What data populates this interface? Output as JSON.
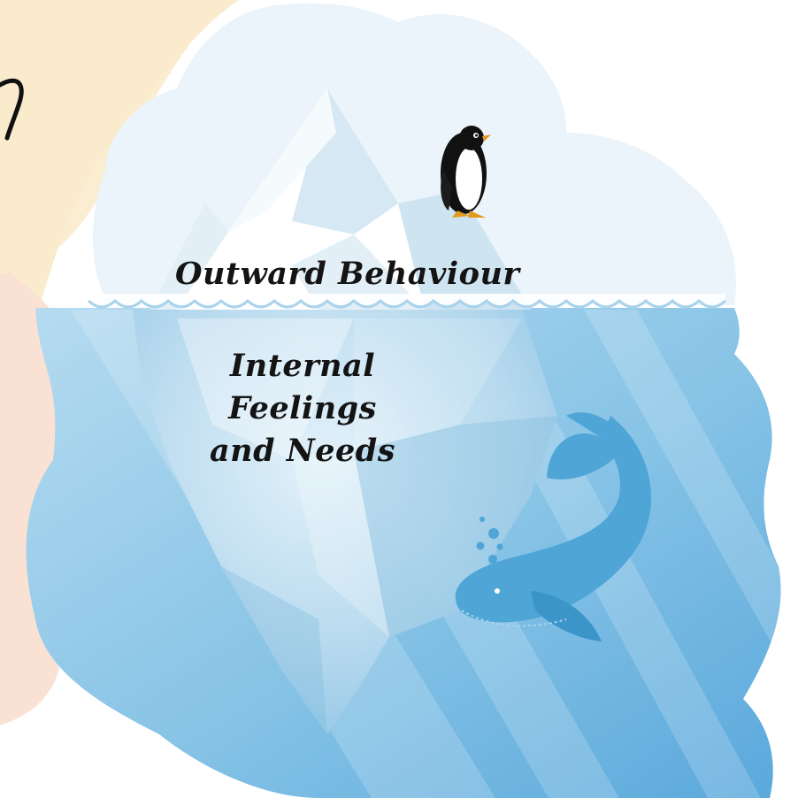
{
  "labels": {
    "outward": "Outward Behaviour",
    "internal_line1": "Internal Feelings",
    "internal_line2": "and Needs"
  },
  "colors": {
    "background_blob_cream": "#faebcd",
    "background_blob_peach": "#f9e2d4",
    "cloud": "#eaf4fa",
    "water_light": "#a9d3ec",
    "water_deep": "#62ade0",
    "iceberg_light": "#ffffff",
    "iceberg_shade": "#cfe4f1",
    "whale": "#4ea5d6",
    "penguin_body": "#111111",
    "penguin_belly": "#ffffff",
    "penguin_feet": "#e39a1c",
    "label_text": "#141414"
  },
  "icons": [
    "penguin-icon",
    "whale-icon",
    "iceberg-icon",
    "bubbles-icon"
  ]
}
